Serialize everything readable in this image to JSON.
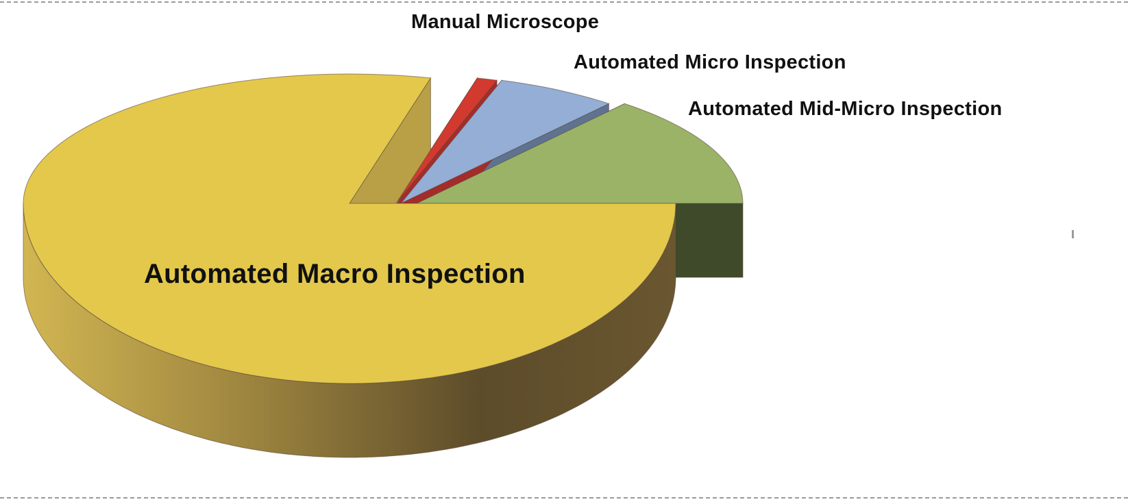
{
  "chart_data": {
    "type": "pie",
    "style": "3d-exploded",
    "title": "",
    "slices": [
      {
        "label": "Automated Macro Inspection",
        "value": 79,
        "color": "#e3c84b",
        "side_color": "#b9a046"
      },
      {
        "label": "Manual Microscope",
        "value": 1,
        "color": "#d2392f",
        "side_color": "#a42c2a"
      },
      {
        "label": "Automated Micro Inspection",
        "value": 6,
        "color": "#94aed6",
        "side_color": "#5f7390"
      },
      {
        "label": "Automated Mid-Micro Inspection",
        "value": 14,
        "color": "#9bb366",
        "side_color": "#3e4a2a"
      }
    ],
    "legend": "none (direct labels)"
  }
}
